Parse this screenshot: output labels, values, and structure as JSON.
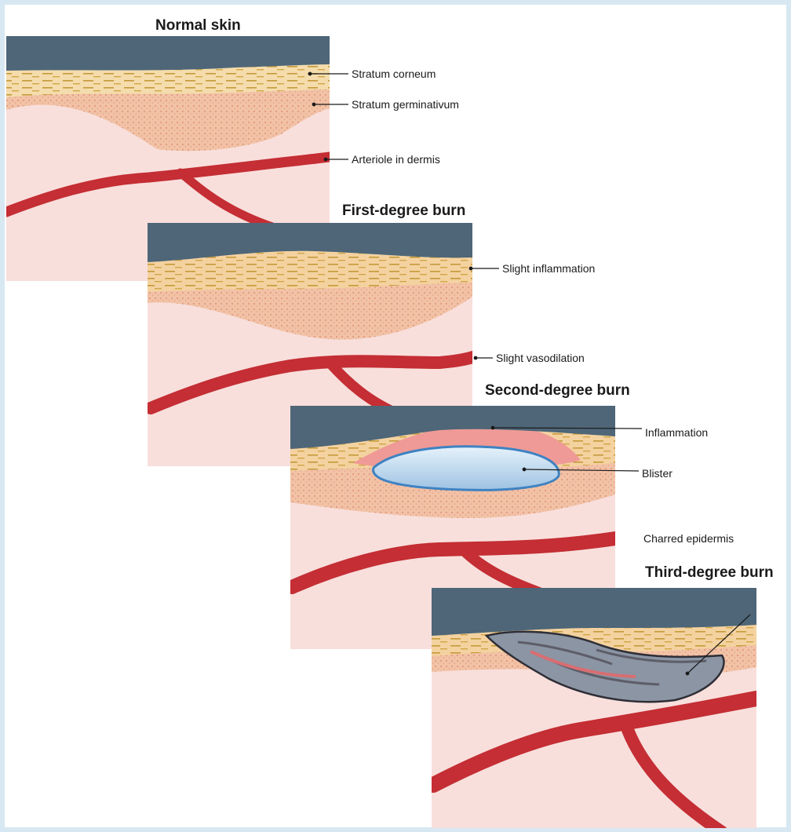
{
  "panels": {
    "normal": {
      "title": "Normal skin",
      "labels": {
        "stratum_corneum": "Stratum corneum",
        "stratum_germinativum": "Stratum germinativum",
        "arteriole": "Arteriole in dermis"
      }
    },
    "first": {
      "title": "First-degree burn",
      "labels": {
        "inflammation": "Slight inflammation",
        "vasodilation": "Slight vasodilation"
      }
    },
    "second": {
      "title": "Second-degree burn",
      "labels": {
        "inflammation": "Inflammation",
        "blister": "Blister"
      }
    },
    "third": {
      "title": "Third-degree burn",
      "labels": {
        "charred": "Charred epidermis"
      }
    }
  },
  "colors": {
    "frame_border": "#8fb2c9",
    "frame_background": "#d8e8f2",
    "sky": "#4e6678",
    "corneum": "#f4dcac",
    "germinativum": "#f2c2a6",
    "dermis": "#f8dfdc",
    "vessel": "#c42e34",
    "blister": "#b7d5ec",
    "charred": "#5d5d68"
  }
}
